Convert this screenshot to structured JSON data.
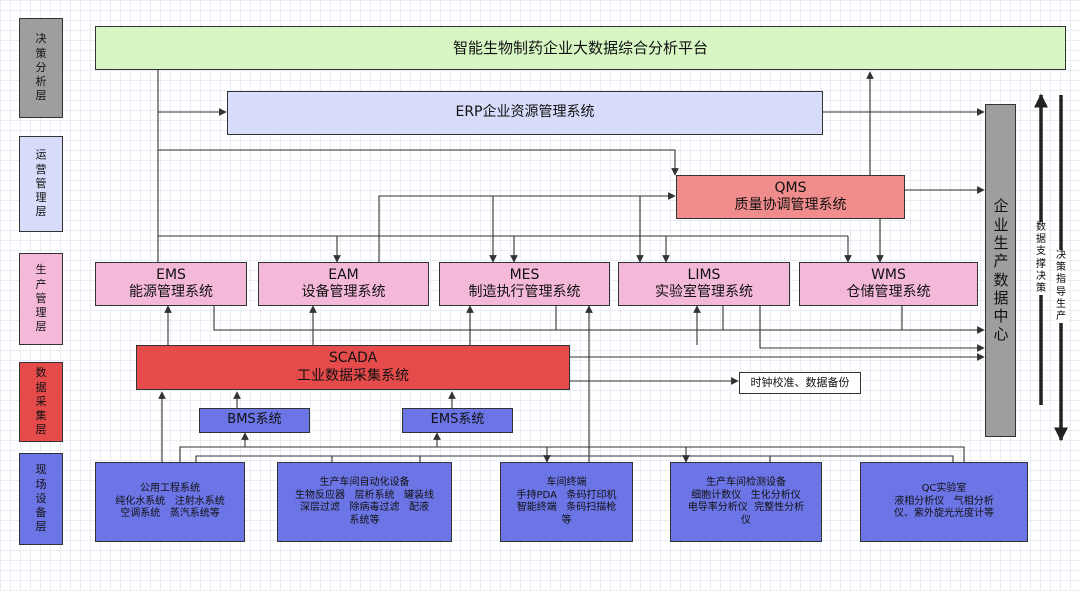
{
  "layers": {
    "decision": "决策分析层",
    "operation": "运营管理层",
    "production": "生产管理层",
    "acquisition": "数据采集层",
    "field": "现场设备层"
  },
  "platform": "智能生物制药企业大数据综合分析平台",
  "erp": "ERP企业资源管理系统",
  "qms": {
    "title": "QMS",
    "subtitle": "质量协调管理系统"
  },
  "systems": {
    "ems": {
      "title": "EMS",
      "subtitle": "能源管理系统"
    },
    "eam": {
      "title": "EAM",
      "subtitle": "设备管理系统"
    },
    "mes": {
      "title": "MES",
      "subtitle": "制造执行管理系统"
    },
    "lims": {
      "title": "LIMS",
      "subtitle": "实验室管理系统"
    },
    "wms": {
      "title": "WMS",
      "subtitle": "仓储管理系统"
    }
  },
  "scada": {
    "title": "SCADA",
    "subtitle": "工业数据采集系统"
  },
  "clock_note": "时钟校准、数据备份",
  "bms": "BMS系统",
  "ems_sub": "EMS系统",
  "data_center": "企业生产数据中心",
  "arrow_labels": {
    "left": "数据支撑决策",
    "right": "决策指导生产"
  },
  "field": {
    "utilities": {
      "title": "公用工程系统",
      "line1": "纯化水系统   注射水系统",
      "line2": "空调系统   蒸汽系统等"
    },
    "automation": {
      "title": "生产车间自动化设备",
      "line1": "生物反应器   层析系统   罐装线",
      "line2": "深层过滤   除病毒过滤   配液",
      "line3": "系统等"
    },
    "terminal": {
      "title": "车间终端",
      "line1": "手持PDA   条码打印机",
      "line2": "智能终端   条码扫描枪",
      "line3": "等"
    },
    "testing": {
      "title": "生产车间检测设备",
      "line1": "细胞计数仪   生化分析仪",
      "line2": "电导率分析仪  完整性分析",
      "line3": "仪"
    },
    "qc": {
      "title": "QC实验室",
      "line1": "液相分析仪   气相分析",
      "line2": "仪、紫外旋光光度计等"
    }
  },
  "colors": {
    "platform": "#d8f5c4",
    "erp": "#d7dcfa",
    "qms": "#f08c8c",
    "systems": "#f4b8d8",
    "scada": "#e64b4b",
    "field": "#6b75e6",
    "data_center": "#9e9e9e",
    "layer_decision": "#9e9e9e",
    "layer_operation": "#d7dcfa",
    "layer_production": "#f4b8d8",
    "layer_acquisition": "#e64b4b",
    "layer_field": "#6b75e6"
  }
}
